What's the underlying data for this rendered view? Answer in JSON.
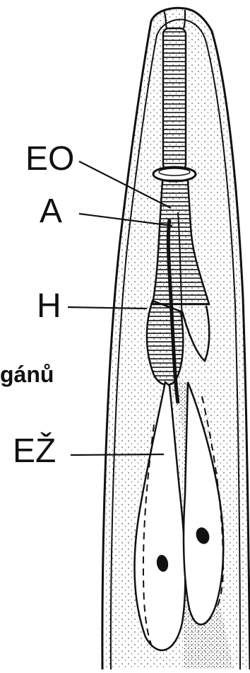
{
  "labels": {
    "eo": "EO",
    "a": "A",
    "h": "H",
    "ez": "EŽ"
  },
  "background_text": "gánů",
  "colors": {
    "ink": "#111111",
    "paper": "#ffffff"
  }
}
